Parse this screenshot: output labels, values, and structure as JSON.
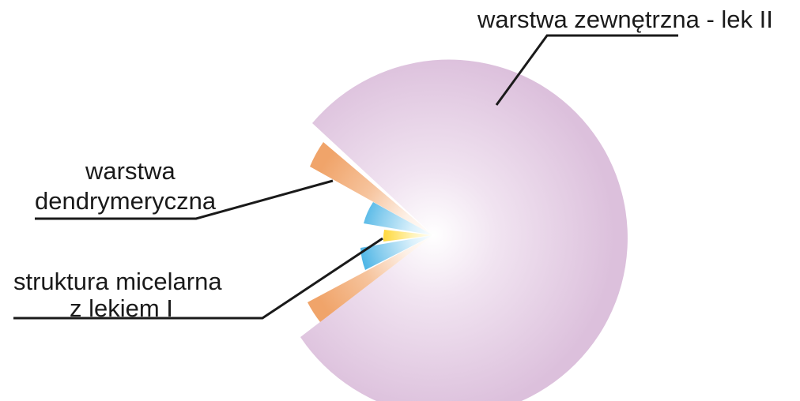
{
  "labels": {
    "outer_layer": "warstwa zewnętrzna - lek II",
    "dendrimer_layer": [
      "warstwa",
      "dendrymeryczna"
    ],
    "micellar_structure": [
      "struktura micelarna",
      "z lekiem I"
    ]
  },
  "colors": {
    "outer_layer": "#dcc0dc",
    "outer_layer_center": "#ffffff",
    "dendrimer_layer": "#f0a46a",
    "blue_layer": "#4fb6e6",
    "core": "#ffd632",
    "leader_lines": "#1a1a1a"
  }
}
